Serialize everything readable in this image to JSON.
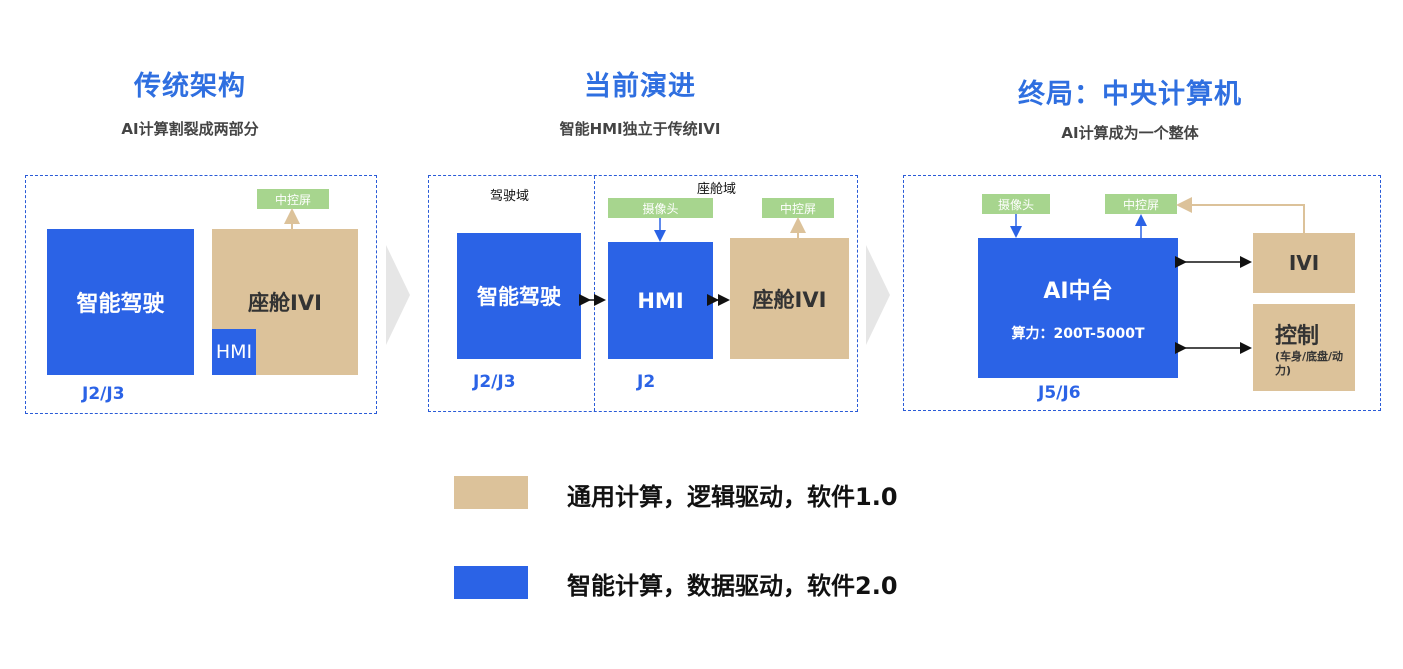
{
  "colors": {
    "blue": "#2b63e6",
    "tan": "#dcc29a",
    "green": "#a7d58e",
    "title": "#2f6fe0",
    "border": "#2a5bd7",
    "chevron": "#e6e6e6"
  },
  "col1": {
    "title": "传统架构",
    "subtitle": "AI计算割裂成两部分",
    "ad_box": "智能驾驶",
    "ivi_box": "座舱IVI",
    "hmi_box": "HMI",
    "screen": "中控屏",
    "chip": "J2/J3"
  },
  "col2": {
    "title": "当前演进",
    "subtitle": "智能HMI独立于传统IVI",
    "domain_left": "驾驶域",
    "domain_right": "座舱域",
    "ad_box": "智能驾驶",
    "hmi_box": "HMI",
    "ivi_box": "座舱IVI",
    "camera": "摄像头",
    "screen": "中控屏",
    "chip_left": "J2/J3",
    "chip_right": "J2"
  },
  "col3": {
    "title": "终局：中央计算机",
    "subtitle": "AI计算成为一个整体",
    "center_title": "AI中台",
    "center_power": "算力：200T-5000T",
    "camera": "摄像头",
    "screen": "中控屏",
    "ivi_box": "IVI",
    "control_title": "控制",
    "control_detail": "(车身/底盘/动力)",
    "chip": "J5/J6"
  },
  "legend": {
    "tan_text": "通用计算，逻辑驱动，软件1.0",
    "blue_text": "智能计算，数据驱动，软件2.0"
  }
}
